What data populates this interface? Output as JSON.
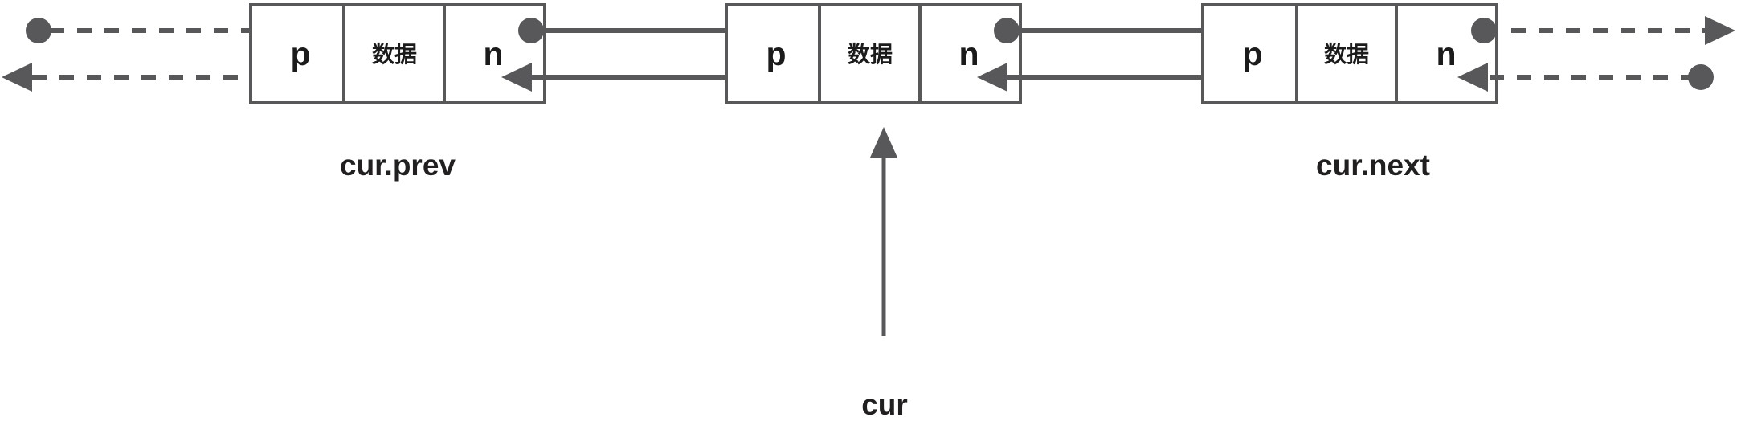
{
  "diagram": {
    "title": "doubly-linked-list-node-pointers",
    "colors": {
      "stroke": "#58585a",
      "text": "#1b1b1b",
      "caption": "#221f20",
      "background": "#ffffff"
    },
    "nodes": [
      {
        "id": "node-prev",
        "prev_label": "p",
        "data_label": "数据",
        "next_label": "n",
        "caption": "cur.prev"
      },
      {
        "id": "node-cur",
        "prev_label": "p",
        "data_label": "数据",
        "next_label": "n",
        "caption": "cur"
      },
      {
        "id": "node-next",
        "prev_label": "p",
        "data_label": "数据",
        "next_label": "n",
        "caption": "cur.next"
      }
    ],
    "captions": {
      "prev": "cur.prev",
      "cur": "cur",
      "next": "cur.next"
    }
  }
}
